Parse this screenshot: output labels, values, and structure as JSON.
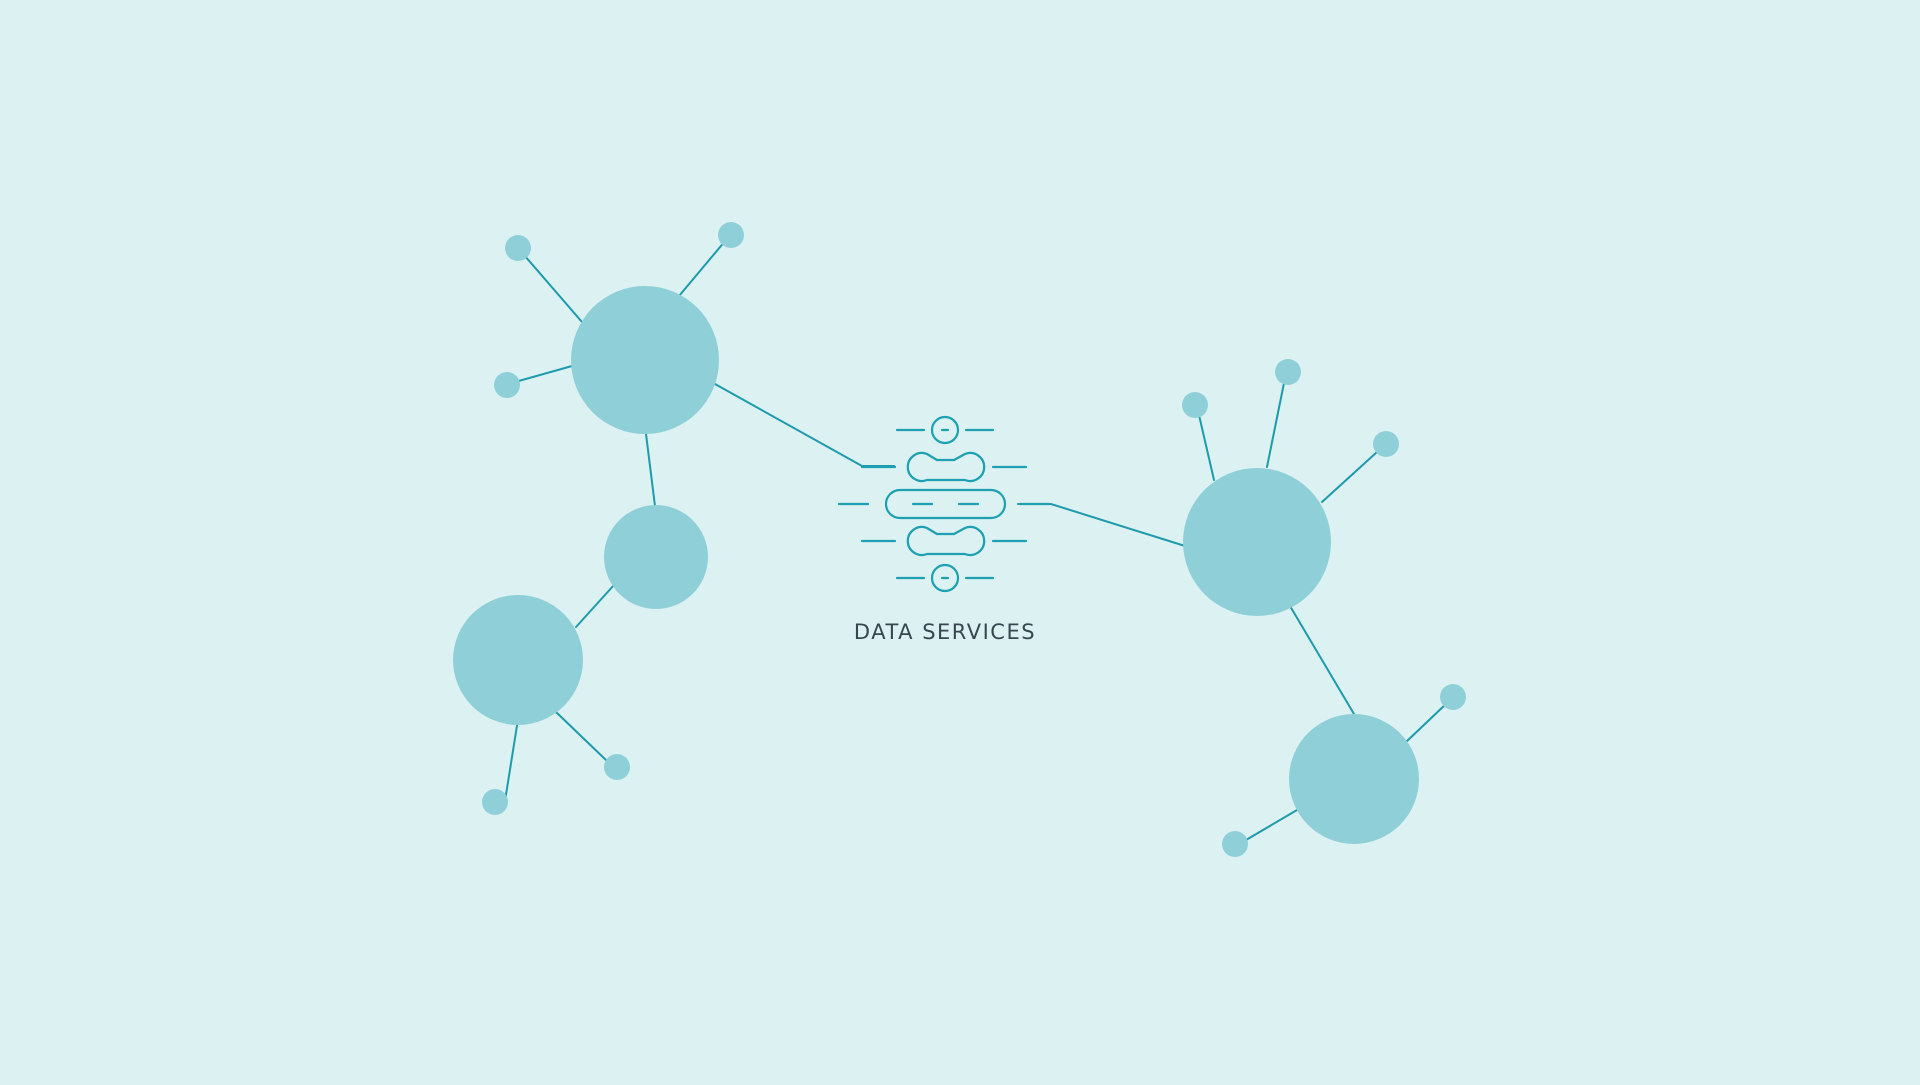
{
  "diagram": {
    "hub_label": "DATA SERVICES",
    "colors": {
      "background": "#dcf1f2",
      "node_fill": "#8fd0d8",
      "edge_stroke": "#1d9aac",
      "hub_stroke": "#1da0b2",
      "label_text": "#37474f"
    },
    "hub_icon": "data-pipeline-icon",
    "clusters": [
      {
        "name": "left-cluster",
        "major_nodes": 3,
        "minor_nodes": 5
      },
      {
        "name": "right-cluster",
        "major_nodes": 2,
        "minor_nodes": 5
      }
    ]
  }
}
